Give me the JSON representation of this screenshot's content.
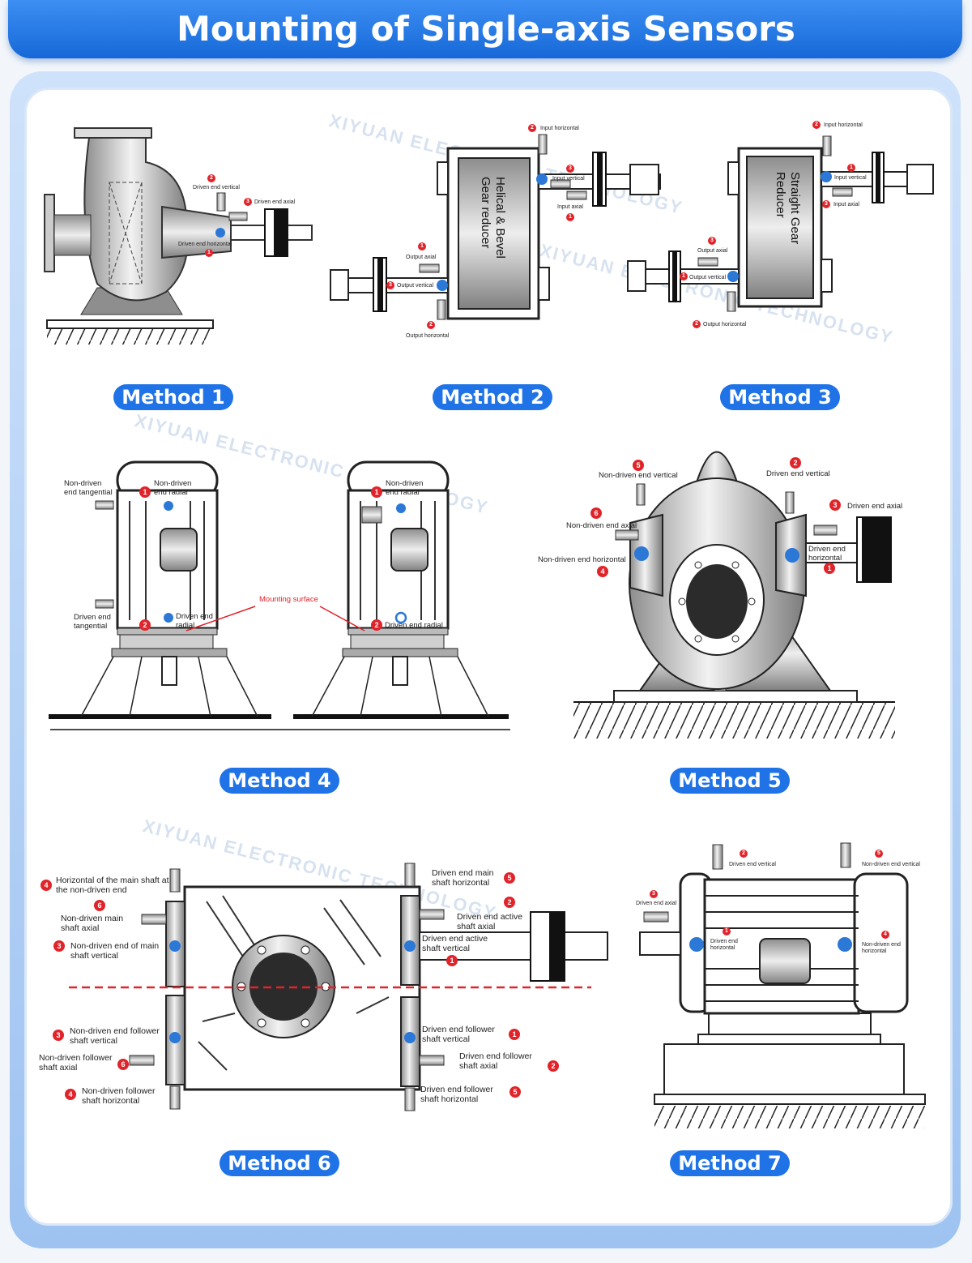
{
  "title": "Mounting of Single-axis Sensors",
  "watermark": "XIYUAN ELECTRONIC TECHNOLOGY",
  "methods": [
    "Method 1",
    "Method 2",
    "Method 3",
    "Method 4",
    "Method 5",
    "Method 6",
    "Method 7"
  ],
  "m1": {
    "driven_end_vertical": "Driven end vertical",
    "driven_end_axial": "Driven end axial",
    "driven_end_horizontal": "Driven end horizontal"
  },
  "m2": {
    "reducer": "Helical & Bevel Gear reducer",
    "input_horizontal": "Input horizontal",
    "input_vertical": "Input vertical",
    "input_axial": "Input axial",
    "output_axial": "Output axial",
    "output_vertical": "Output vertical",
    "output_horizontal": "Output horizontal"
  },
  "m3": {
    "reducer": "Straight Gear Reducer",
    "input_horizontal": "Input horizontal",
    "input_vertical": "Input vertical",
    "input_axial": "Input axial",
    "output_axial": "Output axial",
    "output_vertical": "Output vertical",
    "output_horizontal": "Output horizontal"
  },
  "m4": {
    "non_driven_end_tangential": "Non-driven end tangential",
    "non_driven_end_radial": "Non-driven end radial",
    "driven_end_tangential": "Driven end tangential",
    "driven_end_radial": "Driven end radial",
    "mounting_surface": "Mounting surface"
  },
  "m5": {
    "non_driven_end_vertical": "Non-driven end vertical",
    "driven_end_vertical": "Driven end vertical",
    "driven_end_axial": "Driven end axial",
    "non_driven_end_axial": "Non-driven end axial",
    "non_driven_end_horizontal": "Non-driven end horizontal",
    "driven_end_horizontal": "Driven end horizontal"
  },
  "m6": {
    "h_main_nde": "Horizontal of the main shaft at the non-driven end",
    "nde_main_axial": "Non-driven main shaft axial",
    "nde_main_vertical": "Non-driven end of main shaft vertical",
    "nde_follower_vertical": "Non-driven end follower shaft vertical",
    "nde_follower_axial": "Non-driven follower shaft axial",
    "nde_follower_horizontal": "Non-driven follower shaft horizontal",
    "de_main_horizontal": "Driven end main shaft horizontal",
    "de_active_axial": "Driven end active shaft axial",
    "de_active_vertical": "Driven end active shaft vertical",
    "de_follower_vertical": "Driven end follower shaft vertical",
    "de_follower_axial": "Driven end follower shaft axial",
    "de_follower_horizontal": "Driven end follower shaft horizontal"
  },
  "m7": {
    "driven_end_vertical": "Driven end vertical",
    "non_driven_end_vertical": "Non-driven end vertical",
    "driven_end_axial": "Driven end axial",
    "driven_end_horizontal": "Driven end horizontal",
    "non_driven_end_horizontal": "Non-driven end horizontal"
  },
  "colors": {
    "accent": "#1f73e6",
    "badge": "#e0242a",
    "sensor_dot": "#2b78d6"
  }
}
